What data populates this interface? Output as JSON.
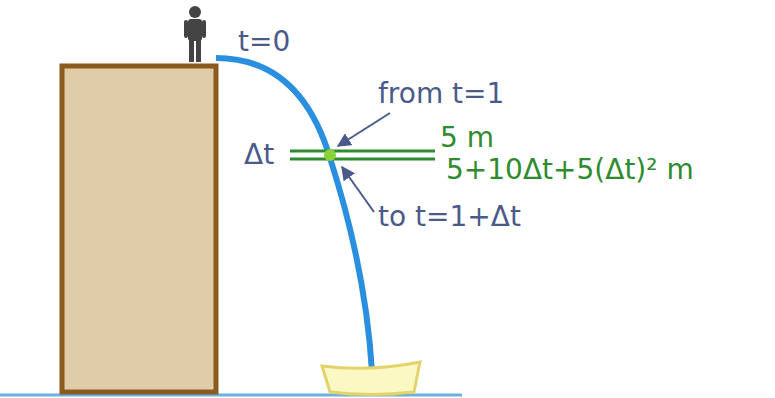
{
  "diagram": {
    "labels": [
      "t=0",
      "from t=1",
      "Δt",
      "5 m",
      "5+10Δt+5(Δt)² m",
      "to t=1+Δt"
    ]
  }
}
